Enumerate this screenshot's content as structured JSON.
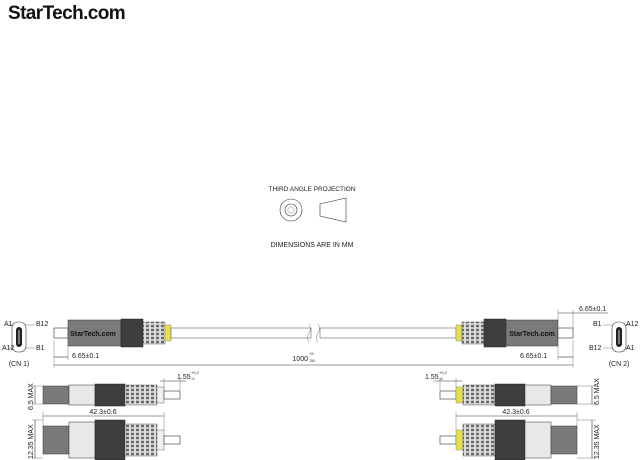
{
  "brand": {
    "logo_text": "StarTech.com",
    "logo_star": "Star",
    "logo_tech": "Tech",
    "logo_dot": ".",
    "logo_com": "com",
    "plug_brand": "StarTech.com"
  },
  "projection": {
    "title": "THIRD ANGLE PROJECTION"
  },
  "units_note": "DIMENSIONS ARE IN MM",
  "left_connector": {
    "pin_a1": "A1",
    "pin_b12": "B12",
    "pin_a12": "A12",
    "pin_b1": "B1",
    "label": "(CN 1)"
  },
  "right_connector": {
    "pin_b1": "B1",
    "pin_a12": "A12",
    "pin_b12": "B12",
    "pin_a1": "A1",
    "label": "(CN 2)"
  },
  "dimensions": {
    "plug_length_left": "6.65±0.1",
    "plug_length_right_bottom": "6.65±0.1",
    "plug_length_right_top": "6.65±0.1",
    "cable_length": "1000",
    "cable_length_tol_upper": "+5",
    "cable_length_tol_lower": "-50",
    "step_left": "1.55",
    "step_left_tol_upper": "+0.2",
    "step_left_tol_lower": "-0",
    "step_right": "1.55",
    "step_right_tol_upper": "+0.2",
    "step_right_tol_lower": "-0",
    "thickness_left": "6.5 MAX",
    "thickness_right": "6.5 MAX",
    "overmold_left": "42.3±0.6",
    "overmold_right": "42.3±0.6",
    "width_left": "12.35 MAX",
    "width_right": "12.35 MAX"
  },
  "colors": {
    "accent_yellow": "#e6e04a",
    "connector_grey": "#7a7a7a",
    "grip_light": "#dcdcdc",
    "text_dark": "#222222"
  }
}
